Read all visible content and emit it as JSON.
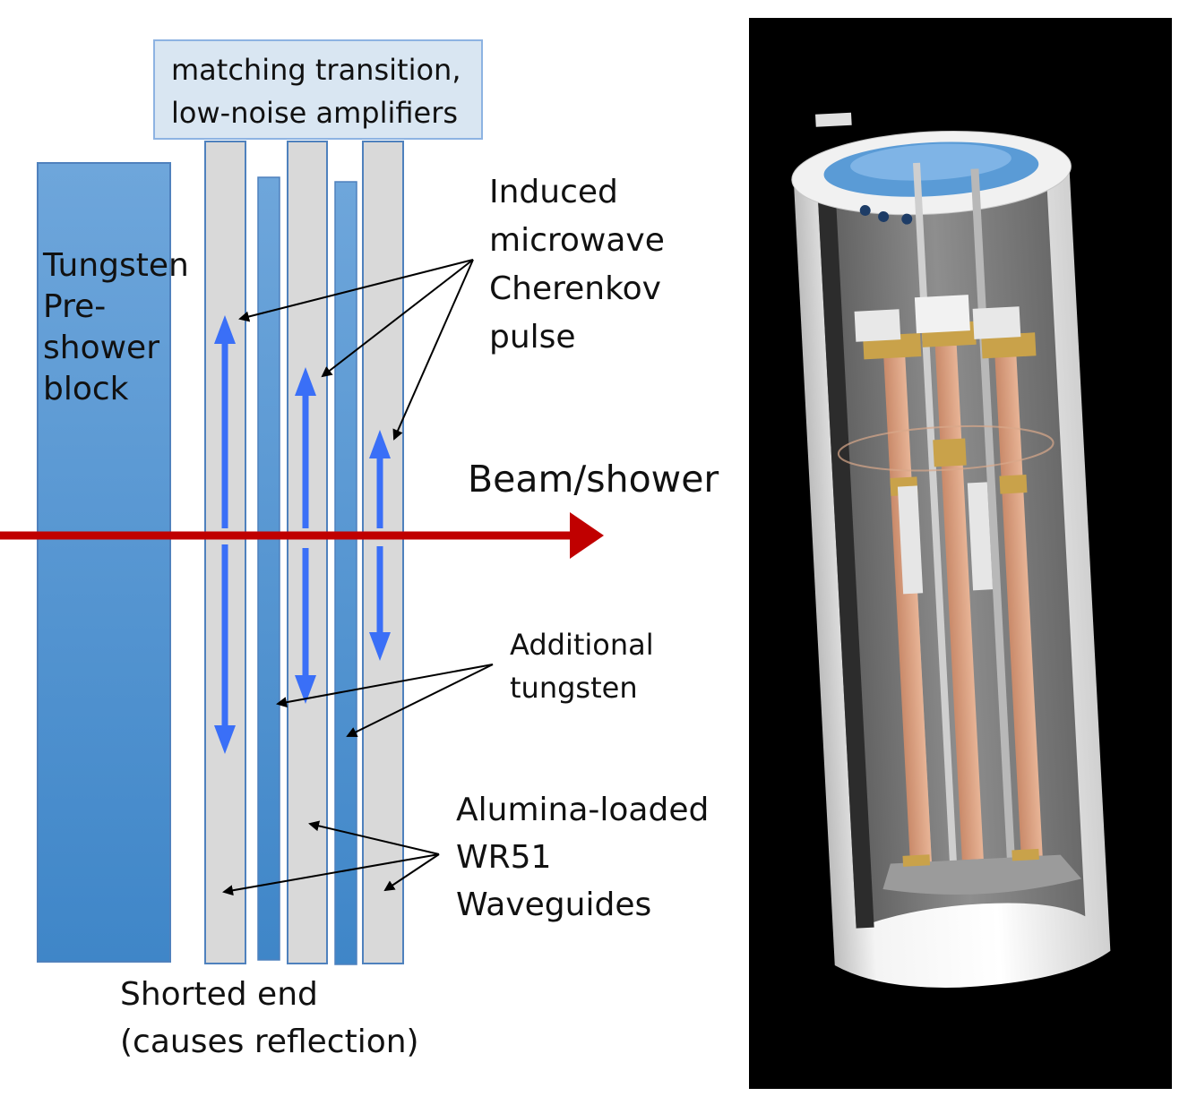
{
  "top_box": {
    "line1": "matching transition,",
    "line2": "low-noise amplifiers"
  },
  "labels": {
    "tungsten_block": {
      "l1": "Tungsten",
      "l2": "Pre-",
      "l3": "shower",
      "l4": "block"
    },
    "induced": {
      "l1": "Induced",
      "l2": "microwave",
      "l3": "Cherenkov",
      "l4": "pulse"
    },
    "beam": "Beam/shower",
    "additional": {
      "l1": "Additional",
      "l2": "tungsten"
    },
    "alumina": {
      "l1": "Alumina-loaded",
      "l2": "WR51",
      "l3": "Waveguides"
    },
    "shorted": {
      "l1": "Shorted end",
      "l2": "(causes reflection)"
    }
  },
  "colors": {
    "tungsten": "#4a8fd0",
    "waveguide": "#d9d9d9",
    "waveguide_border": "#4f81bd",
    "pulse_arrow": "#3a6ff7",
    "beam_arrow": "#c00000",
    "pointer": "#000000",
    "render_bg": "#000000"
  }
}
